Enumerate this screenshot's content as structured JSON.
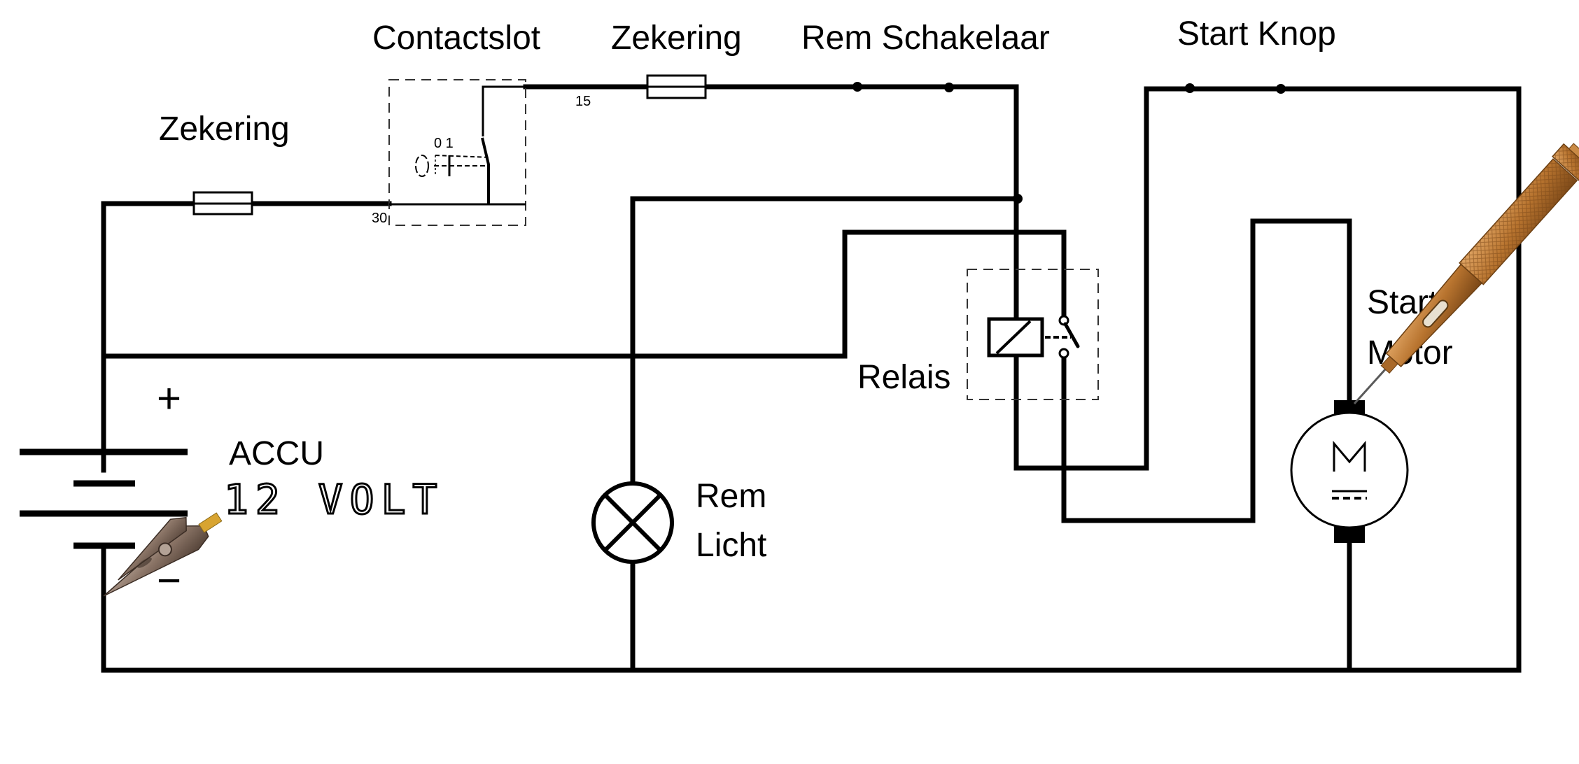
{
  "diagram": {
    "title": "Startmotor schakeling met testlamp",
    "labels": {
      "fuse_left": "Zekering",
      "ignition": "Contactslot",
      "fuse_top": "Zekering",
      "brake_switch": "Rem Schakelaar",
      "start_button": "Start Knop",
      "relay": "Relais",
      "starter_motor_line1": "Start",
      "starter_motor_line2": "Motor",
      "brake_light_line1": "Rem",
      "brake_light_line2": "Licht",
      "battery_line1": "ACCU",
      "battery_line2": "12 VOLT",
      "plus": "+",
      "minus": "−",
      "terminal_30": "30",
      "terminal_15": "15",
      "ignition_positions": "0 1",
      "motor_symbol": "M"
    },
    "components": [
      {
        "id": "battery",
        "name": "ACCU",
        "voltage": "12 VOLT"
      },
      {
        "id": "fuse-1",
        "name": "Zekering"
      },
      {
        "id": "ignition-switch",
        "name": "Contactslot",
        "terminals": [
          "30",
          "15"
        ],
        "positions": [
          "0",
          "1"
        ]
      },
      {
        "id": "fuse-2",
        "name": "Zekering"
      },
      {
        "id": "brake-switch",
        "name": "Rem Schakelaar"
      },
      {
        "id": "brake-light",
        "name": "Rem Licht"
      },
      {
        "id": "relay",
        "name": "Relais"
      },
      {
        "id": "start-button",
        "name": "Start Knop"
      },
      {
        "id": "starter-motor",
        "name": "Start Motor"
      }
    ],
    "overlays": [
      {
        "id": "alligator-clip",
        "attached_to": "battery negative"
      },
      {
        "id": "test-lamp-probe",
        "attached_to": "starter motor positive terminal"
      }
    ],
    "colors": {
      "wire": "#000000",
      "background": "#ffffff",
      "probe_brass": "#b8742f",
      "clip_metal": "#8a7466"
    }
  }
}
